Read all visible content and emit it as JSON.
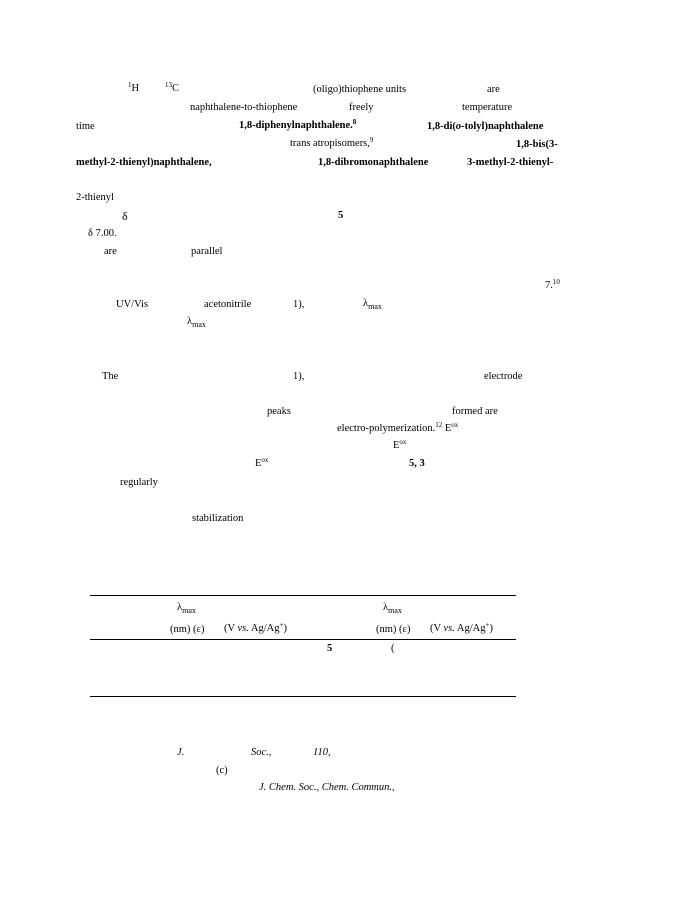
{
  "paragraph1": {
    "nmr_1h_sup": "1",
    "nmr_1h": "H",
    "nmr_13c_sup": "13",
    "nmr_13c": "C",
    "oligothiophene_units": "(oligo)thiophene units",
    "are": "are",
    "naphthalene_to_thiophene": "naphthalene-to-thiophene",
    "freely": "freely",
    "temperature": "temperature",
    "time": "time",
    "diphenyl": "1,8-diphenylnaphthalene.",
    "ref8": "8",
    "ditolyl_pre": "1,8-di(",
    "ditolyl_o": "o",
    "ditolyl_post": "-tolyl)naphthalene",
    "trans_atropisomers": "trans atropisomers,",
    "ref9": "9",
    "bis_a": "1,8-bis(3-",
    "bis_b": "methyl-2-thienyl)naphthalene,",
    "dibromo": "1,8-dibromonaphthalene",
    "methylthienyl": "3-methyl-2-thienyl-",
    "thienyl2": "2-thienyl",
    "delta": "δ",
    "compound5": "5",
    "delta_shift": "δ 7.00.",
    "are2": "are",
    "parallel": "parallel"
  },
  "paragraph2": {
    "ref_7": "7.",
    "ref10": "10",
    "uvvis": "UV/Vis",
    "acetonitrile": "acetonitrile",
    "table_ref": "1),",
    "lambda": "λ",
    "lambda_sub": "max"
  },
  "paragraph3": {
    "the": "The",
    "table_ref": "1),",
    "electrode": "electrode",
    "peaks": "peaks",
    "formed_are": "formed are",
    "electropoly": "electro-polymerization.",
    "ref12": "12",
    "e": "E",
    "ox": "ox",
    "compounds": "5, 3",
    "regularly": "regularly",
    "stabilization": "stabilization"
  },
  "table": {
    "left_lambda": "λ",
    "left_lambda_sub": "max",
    "left_units": "(nm) (ε)",
    "left_pot_pre": "(V ",
    "left_pot_vs": "vs.",
    "left_pot_post": " Ag/Ag",
    "left_pot_sup": "+",
    "left_pot_close": ")",
    "right_lambda": "λ",
    "right_lambda_sub": "max",
    "right_units": "(nm) (ε)",
    "right_pot_pre": "(V ",
    "right_pot_vs": "vs.",
    "right_pot_post": " Ag/Ag",
    "right_pot_sup": "+",
    "right_pot_close": ")",
    "row_compound": "5",
    "row_paren": "("
  },
  "references": {
    "j": "J.",
    "soc": "Soc.,",
    "vol": "110,",
    "c_label": "(c)",
    "journal": "J. Chem. Soc., Chem. Commun.,"
  }
}
